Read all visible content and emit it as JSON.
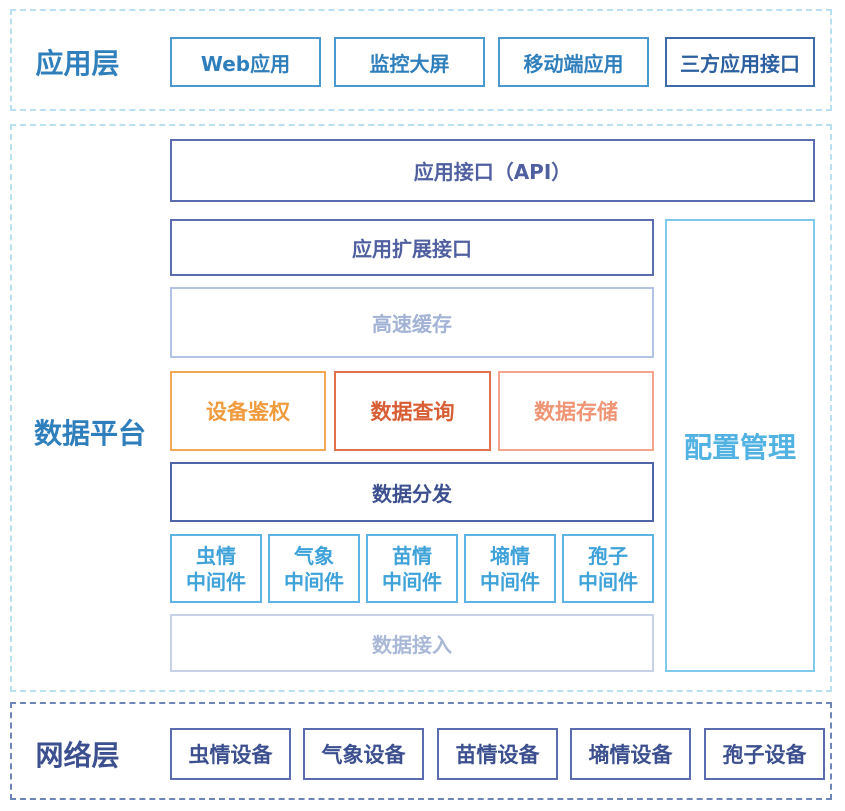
{
  "application_layer": {
    "label": "应用层",
    "items": [
      "Web应用",
      "监控大屏",
      "移动端应用",
      "三方应用接口"
    ]
  },
  "data_platform": {
    "label": "数据平台",
    "api": "应用接口（API）",
    "extension_api": "应用扩展接口",
    "cache": "高速缓存",
    "device_auth": "设备鉴权",
    "data_query": "数据查询",
    "data_storage": "数据存储",
    "data_distribution": "数据分发",
    "middlewares": [
      {
        "line1": "虫情",
        "line2": "中间件"
      },
      {
        "line1": "气象",
        "line2": "中间件"
      },
      {
        "line1": "苗情",
        "line2": "中间件"
      },
      {
        "line1": "墒情",
        "line2": "中间件"
      },
      {
        "line1": "孢子",
        "line2": "中间件"
      }
    ],
    "data_ingestion": "数据接入",
    "config_management": "配置管理"
  },
  "network_layer": {
    "label": "网络层",
    "items": [
      "虫情设备",
      "气象设备",
      "苗情设备",
      "墒情设备",
      "孢子设备"
    ]
  }
}
